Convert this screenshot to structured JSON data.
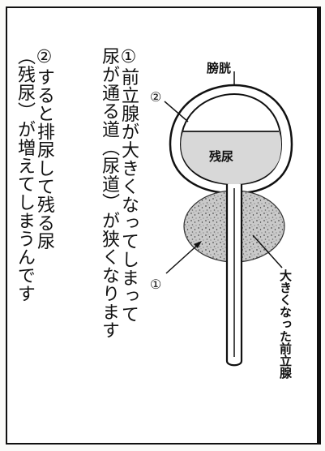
{
  "explanation": {
    "step1_line1": "①前立腺が大きくなってしまって",
    "step1_line2": "尿が通る道（尿道）が狭くなります",
    "step2_line1": "②すると排尿して残る尿",
    "step2_line2": "（残尿）が増えてしまうんです"
  },
  "diagram": {
    "bladder_label": "膀胱",
    "residual_label": "残尿",
    "marker_1": "①",
    "marker_2": "②",
    "prostate_label": "大きくなった前立腺"
  }
}
